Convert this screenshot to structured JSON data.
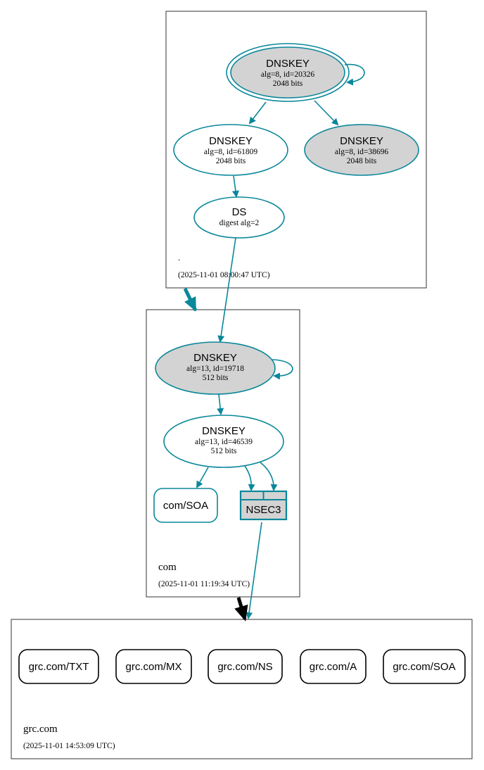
{
  "zones": {
    "root": {
      "name": ".",
      "timestamp": "(2025-11-01 08:00:47 UTC)"
    },
    "com": {
      "name": "com",
      "timestamp": "(2025-11-01 11:19:34 UTC)"
    },
    "grc": {
      "name": "grc.com",
      "timestamp": "(2025-11-01 14:53:09 UTC)"
    }
  },
  "nodes": {
    "root_ksk": {
      "title": "DNSKEY",
      "line1": "alg=8, id=20326",
      "line2": "2048 bits"
    },
    "root_zsk": {
      "title": "DNSKEY",
      "line1": "alg=8, id=61809",
      "line2": "2048 bits"
    },
    "root_key3": {
      "title": "DNSKEY",
      "line1": "alg=8, id=38696",
      "line2": "2048 bits"
    },
    "root_ds": {
      "title": "DS",
      "line1": "digest alg=2"
    },
    "com_ksk": {
      "title": "DNSKEY",
      "line1": "alg=13, id=19718",
      "line2": "512 bits"
    },
    "com_zsk": {
      "title": "DNSKEY",
      "line1": "alg=13, id=46539",
      "line2": "512 bits"
    },
    "com_soa": {
      "label": "com/SOA"
    },
    "com_nsec3": {
      "label": "NSEC3"
    }
  },
  "records": [
    "grc.com/TXT",
    "grc.com/MX",
    "grc.com/NS",
    "grc.com/A",
    "grc.com/SOA"
  ],
  "colors": {
    "teal": "#0a879a",
    "gray_fill": "#d3d3d3",
    "border": "#000000",
    "zone_border": "#333333"
  }
}
